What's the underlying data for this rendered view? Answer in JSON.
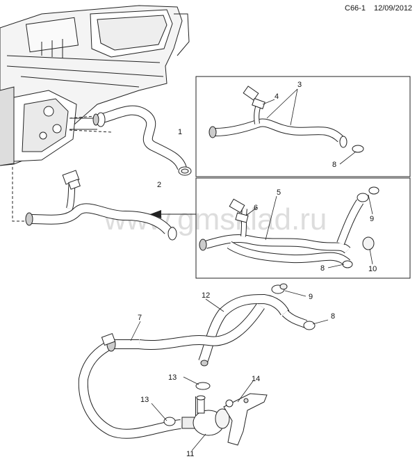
{
  "header": {
    "code": "C66-1",
    "date": "12/09/2012"
  },
  "watermark": "www.gmsklad.ru",
  "callouts": {
    "c1": "1",
    "c2": "2",
    "c3": "3",
    "c4": "4",
    "c5": "5",
    "c6": "6",
    "c7": "7",
    "c8a": "8",
    "c8b": "8",
    "c8c": "8",
    "c9a": "9",
    "c9b": "9",
    "c10": "10",
    "c11": "11",
    "c12": "12",
    "c13a": "13",
    "c13b": "13",
    "c14": "14"
  }
}
